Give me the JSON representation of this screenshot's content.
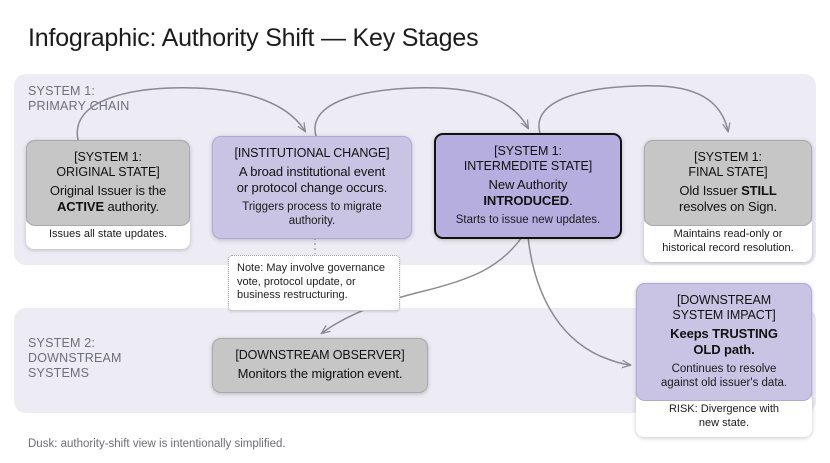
{
  "page": {
    "title": "Infographic: Authority Shift — Key Stages",
    "footnote": "Dusk: authority-shift view is intentionally simplified."
  },
  "colors": {
    "band_background": "#edebf4",
    "node_grey": "#c6c6c6",
    "node_lavender": "#c9c4e4",
    "node_highlight": "#b6aede",
    "arrow_stroke": "#8a8a92",
    "title_text": "#1b1b1b",
    "band_label_text": "#6f6f76",
    "footnote_text": "#6d6d74"
  },
  "bands": [
    {
      "id": "primary",
      "label": "SYSTEM 1:\nPRIMARY CHAIN"
    },
    {
      "id": "downstream",
      "label": "SYSTEM 2:\nDOWNSTREAM\nSYSTEMS"
    }
  ],
  "nodes": {
    "original": {
      "title": "[SYSTEM 1:\nORIGINAL STATE]",
      "main_prefix": "Original Issuer is the\n",
      "main_bold": "ACTIVE",
      "main_suffix": " authority.",
      "footer": "Issues all state updates."
    },
    "change": {
      "title": "[INSTITUTIONAL CHANGE]",
      "main": "A broad institutional event\nor protocol change occurs.",
      "sub": "Triggers process to migrate\nauthority."
    },
    "intermediate": {
      "title": "[SYSTEM 1:\nINTERMEDITE STATE]",
      "main_prefix": "New Authority\n",
      "main_bold": "INTRODUCED",
      "main_suffix": ".",
      "sub": "Starts to issue new updates."
    },
    "final": {
      "title": "[SYSTEM 1:\nFINAL STATE]",
      "main_prefix": "Old Issuer ",
      "main_bold": "STILL",
      "main_suffix": "\nresolves on Sign.",
      "footer": "Maintains read-only or\nhistorical record resolution."
    },
    "observer": {
      "title": "[DOWNSTREAM OBSERVER]",
      "main": "Monitors the migration event."
    },
    "impact": {
      "title": "[DOWNSTREAM\nSYSTEM IMPACT]",
      "main_prefix": "Keeps TRUSTING\nOLD path.",
      "sub": "Continues to resolve\nagainst old issuer's data.",
      "footer": "RISK: Divergence with\nnew state."
    }
  },
  "note": {
    "text": "Note: May involve governance\nvote, protocol update, or\nbusiness restructuring."
  },
  "connectors": [
    {
      "name": "original-to-change",
      "from": "original",
      "to": "change",
      "style": "curved-arc-over"
    },
    {
      "name": "change-to-intermediate",
      "from": "change",
      "to": "intermediate",
      "style": "curved-arc-over"
    },
    {
      "name": "intermediate-to-final",
      "from": "intermediate",
      "to": "final",
      "style": "curved-arc-over"
    },
    {
      "name": "change-to-note",
      "from": "change",
      "to": "note",
      "style": "dotted"
    },
    {
      "name": "intermediate-to-observer",
      "from": "intermediate",
      "to": "observer",
      "style": "curved-down-left"
    },
    {
      "name": "intermediate-to-impact",
      "from": "intermediate",
      "to": "impact",
      "style": "curved-down-right"
    }
  ]
}
